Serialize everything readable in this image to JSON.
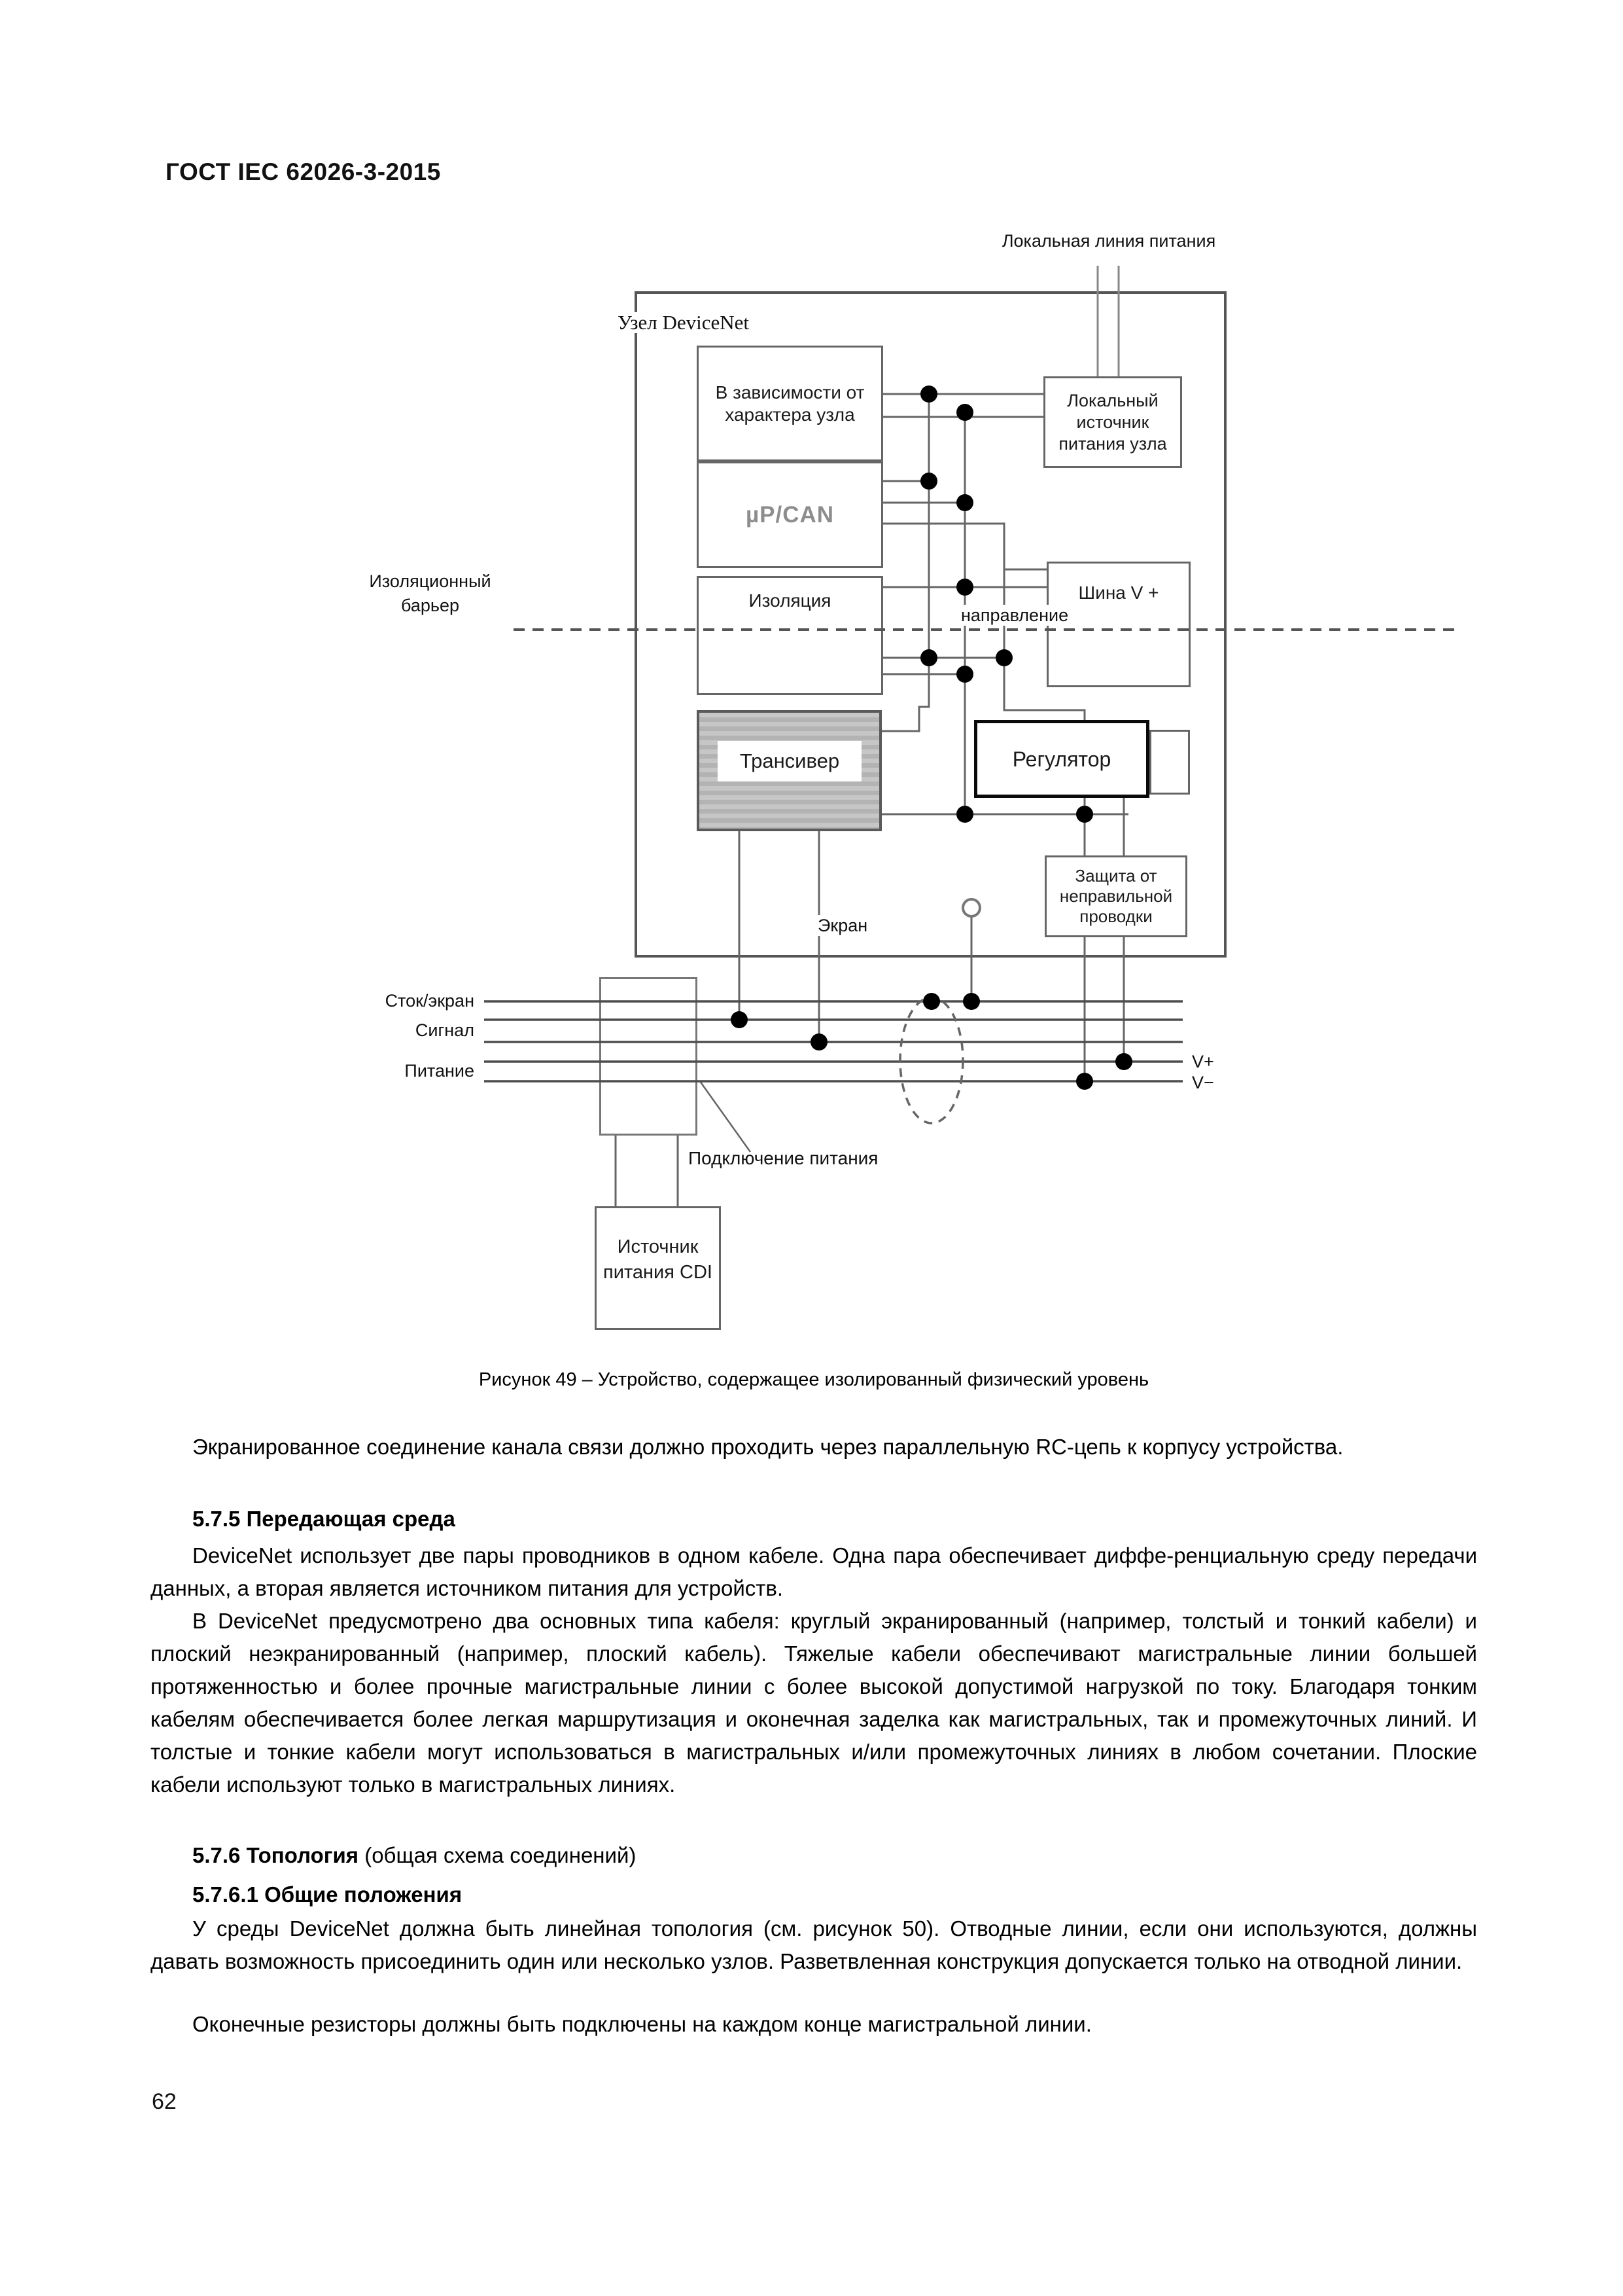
{
  "page": {
    "header": "ГОСТ IEC 62026-3-2015",
    "number": "62"
  },
  "figure": {
    "caption": "Рисунок 49 – Устройство, содержащее изолированный физический уровень",
    "labels": {
      "local_power_line": "Локальная линия питания",
      "node": "Узел DeviceNet",
      "isolation_barrier": "Изоляционный\nбарьер",
      "direction": "направление",
      "shield": "Экран",
      "drain_shield": "Сток/экран",
      "signal": "Сигнал",
      "power": "Питание",
      "power_connection": "Подключение питания",
      "v_plus": "V+",
      "v_minus": "V−"
    },
    "boxes": {
      "depends": "В зависимости от\nхарактера узла",
      "mpcan": "µP/CAN",
      "isolation": "Изоляция",
      "transceiver": "Трансивер",
      "local_supply": "Локальный\nисточник\nпитания узла",
      "bus_v": "Шина V +",
      "regulator": "Регулятор",
      "protection": "Защита от\nнеправильной\nпроводки",
      "cdi_supply": "Источник\nпитания CDI"
    }
  },
  "content": {
    "p1": "Экранированное соединение канала связи должно проходить через параллельную RC-цепь к корпусу устройства.",
    "h575": "5.7.5 Передающая среда",
    "p2": "DeviceNet использует две пары проводников в одном кабеле. Одна пара обеспечивает диффе-ренциальную среду передачи данных, а вторая является источником питания для устройств.",
    "p3": "В DeviceNet предусмотрено два основных типа кабеля: круглый экранированный (например, толстый и тонкий кабели) и плоский неэкранированный (например, плоский кабель). Тяжелые кабели обеспечивают магистральные линии большей протяженностью и более прочные магистральные линии с более высокой допустимой нагрузкой по току. Благодаря тонким кабелям обеспечивается более легкая маршрутизация и оконечная заделка как магистральных, так и промежуточных линий. И толстые и тонкие кабели могут использоваться в магистральных и/или промежуточных линиях в любом сочетании. Плоские кабели используют только в магистральных линиях.",
    "h576_bold": "5.7.6 Топология",
    "h576_rest": " (общая схема соединений)",
    "h5761": "5.7.6.1 Общие положения",
    "p4": "У среды DeviceNet должна быть линейная топология (см. рисунок 50). Отводные линии, если они используются, должны давать возможность присоединить один или несколько узлов. Разветвленная конструкция допускается только на отводной линии.",
    "p5": "Оконечные резисторы должны быть подключены на каждом конце магистральной линии."
  }
}
